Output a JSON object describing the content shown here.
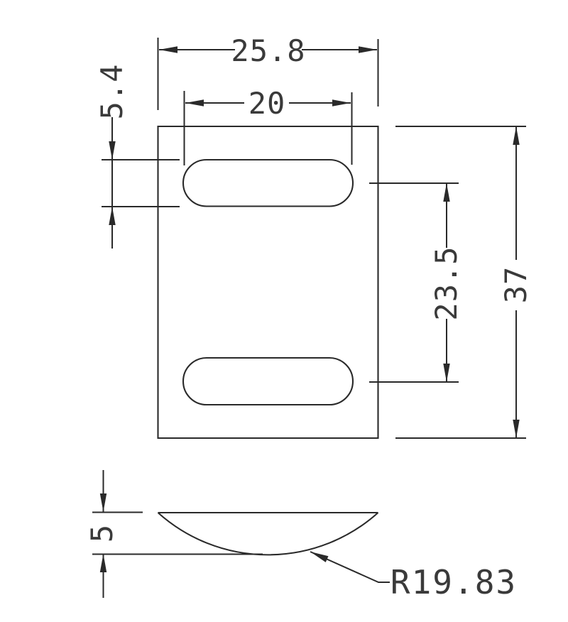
{
  "drawing": {
    "type": "technical-dimension-drawing",
    "colors": {
      "background": "#ffffff",
      "line": "#2a2a2a",
      "text": "#3a3a3a"
    },
    "views": {
      "front": {
        "description": "rectangular plate with two horizontal slotted holes",
        "features": [
          "plate-outline",
          "top-slot",
          "bottom-slot"
        ]
      },
      "profile": {
        "description": "side profile with flat top and concave arc bottom",
        "features": [
          "flat-top-line",
          "concave-arc"
        ]
      }
    },
    "dimensions": {
      "plate_width": {
        "value": "25.8"
      },
      "slot_length": {
        "value": "20"
      },
      "slot_width": {
        "value": "5.4"
      },
      "slot_spacing": {
        "value": "23.5"
      },
      "plate_height": {
        "value": "37"
      },
      "profile_depth": {
        "value": "5"
      },
      "profile_radius": {
        "value": "R19.83"
      }
    }
  }
}
